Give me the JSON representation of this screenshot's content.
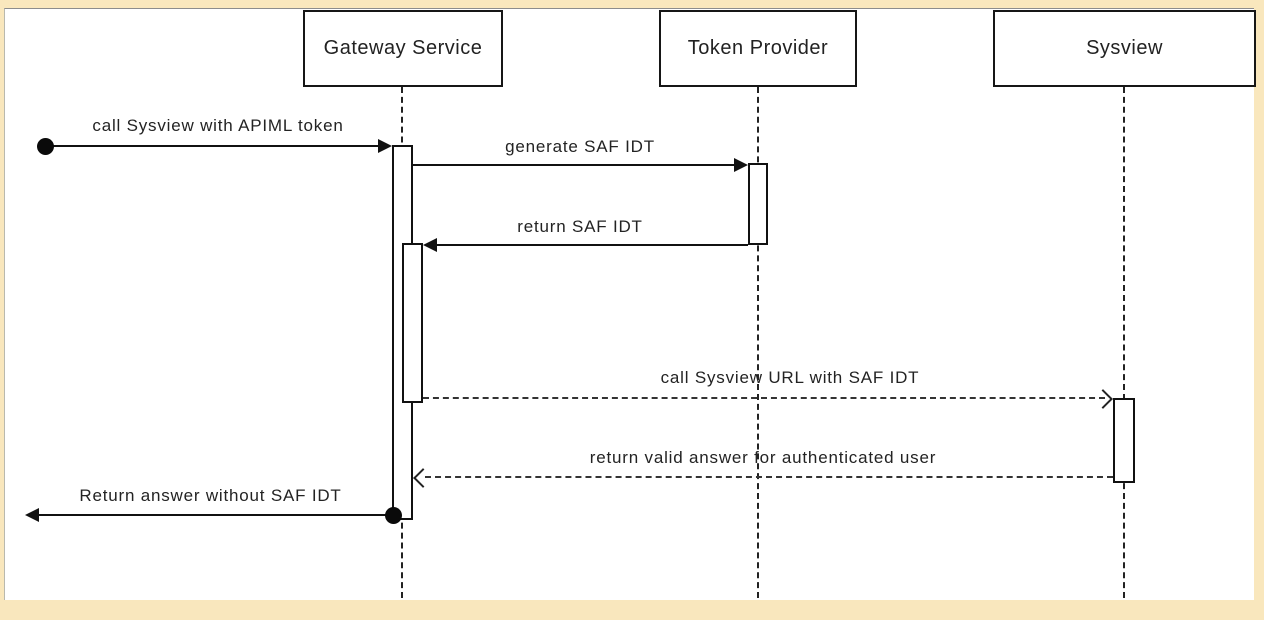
{
  "diagram": {
    "type": "uml-sequence",
    "participants": [
      {
        "id": "gateway",
        "label": "Gateway Service"
      },
      {
        "id": "token_provider",
        "label": "Token Provider"
      },
      {
        "id": "sysview",
        "label": "Sysview"
      }
    ],
    "messages": [
      {
        "label": "call Sysview with APIML token",
        "from": "caller",
        "to": "gateway",
        "line": "solid",
        "arrowhead": "filled",
        "start": "circle"
      },
      {
        "label": "generate SAF IDT",
        "from": "gateway",
        "to": "token_provider",
        "line": "solid",
        "arrowhead": "filled"
      },
      {
        "label": "return SAF IDT",
        "from": "token_provider",
        "to": "gateway",
        "line": "solid",
        "arrowhead": "filled"
      },
      {
        "label": "call Sysview URL with SAF IDT",
        "from": "gateway",
        "to": "sysview",
        "line": "dashed",
        "arrowhead": "open"
      },
      {
        "label": "return valid answer for authenticated user",
        "from": "sysview",
        "to": "gateway",
        "line": "dashed",
        "arrowhead": "open"
      },
      {
        "label": "Return answer without SAF IDT",
        "from": "gateway",
        "to": "caller",
        "line": "solid",
        "arrowhead": "filled",
        "end": "circle"
      }
    ],
    "colors": {
      "frame_border": "#f9e7bd",
      "canvas_bg": "#ffffff",
      "line": "#111111",
      "text": "#232323"
    }
  }
}
